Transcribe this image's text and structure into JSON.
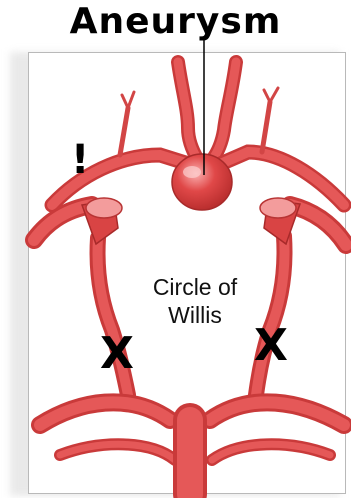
{
  "title": "Aneurysm",
  "labels": {
    "circle_line1": "Circle of",
    "circle_line2": "Willis"
  },
  "markers": {
    "exclaim": "!",
    "x_left": "X",
    "x_right": "X"
  },
  "colors": {
    "artery": "#de4a4a",
    "artery_dark": "#b92f2f",
    "artery_light": "#f28a8a",
    "text": "#000000"
  }
}
